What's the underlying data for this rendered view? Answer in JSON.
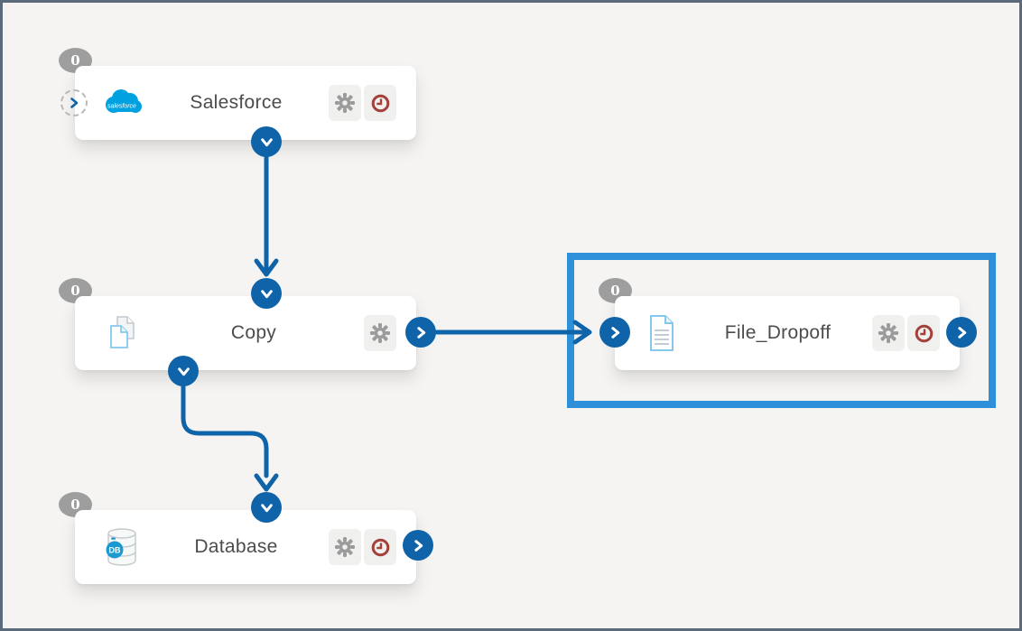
{
  "app": {
    "background_color": "#f5f4f2",
    "frame_border_color": "#5b6b7c",
    "port_blue": "#0f63a8",
    "selection_blue": "#2e90d8",
    "badge_gray": "#9e9e9e",
    "schedule_red": "#a4403a"
  },
  "nodes": [
    {
      "id": "salesforce",
      "label": "Salesforce",
      "badge": "0",
      "icon": "salesforce-icon",
      "icon_label": "salesforce",
      "buttons": [
        "settings",
        "schedule"
      ],
      "selected": false
    },
    {
      "id": "copy",
      "label": "Copy",
      "badge": "0",
      "icon": "copy-icon",
      "buttons": [
        "settings"
      ],
      "selected": false
    },
    {
      "id": "database",
      "label": "Database",
      "badge": "0",
      "icon": "database-icon",
      "icon_label": "DB",
      "buttons": [
        "settings",
        "schedule"
      ],
      "selected": false
    },
    {
      "id": "file_dropoff",
      "label": "File_Dropoff",
      "badge": "0",
      "icon": "file-icon",
      "buttons": [
        "settings",
        "schedule"
      ],
      "selected": true
    }
  ],
  "connections": [
    {
      "from": "salesforce",
      "to": "copy"
    },
    {
      "from": "copy",
      "to": "file_dropoff"
    },
    {
      "from": "copy",
      "to": "database"
    }
  ]
}
